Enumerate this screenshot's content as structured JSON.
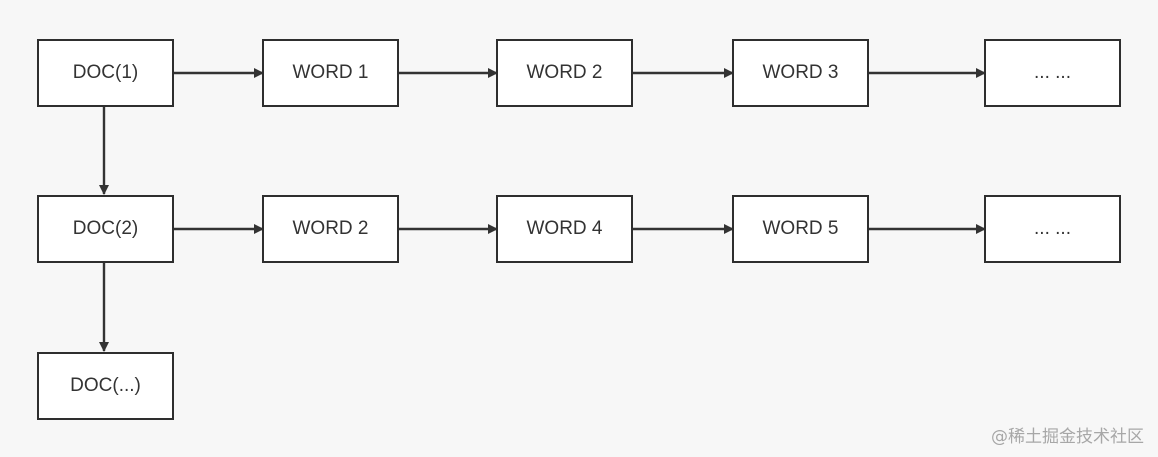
{
  "diagram": {
    "rows": [
      {
        "doc": "DOC(1)",
        "items": [
          "WORD 1",
          "WORD 2",
          "WORD 3",
          "... ..."
        ]
      },
      {
        "doc": "DOC(2)",
        "items": [
          "WORD 2",
          "WORD 4",
          "WORD 5",
          "... ..."
        ]
      },
      {
        "doc": "DOC(...)",
        "items": []
      }
    ],
    "colors": {
      "background": "#f7f7f7",
      "box_fill": "#ffffff",
      "border": "#2e2e2e",
      "arrow": "#333333",
      "text": "#333333",
      "watermark": "#a7a7a7"
    }
  },
  "watermark": "@稀土掘金技术社区"
}
